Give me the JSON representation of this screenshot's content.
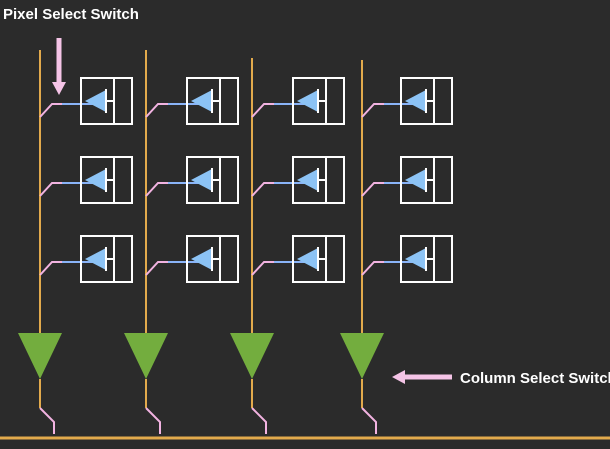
{
  "labels": {
    "pixel_select": "Pixel Select Switch",
    "column_select": "Column Select Switch"
  },
  "grid": {
    "columns": 4,
    "rows": 3
  },
  "colors": {
    "background": "#2b2b2b",
    "column_line": "#e2aa4c",
    "switch_line": "#f2b3e1",
    "connector_line": "#8ab4f8",
    "pixel_box": "#ffffff",
    "diode": "#8cc3f5",
    "amplifier": "#73ad3e",
    "bus": "#e2aa4c",
    "label_text": "#ffffff",
    "arrow": "#f5c4e7"
  }
}
